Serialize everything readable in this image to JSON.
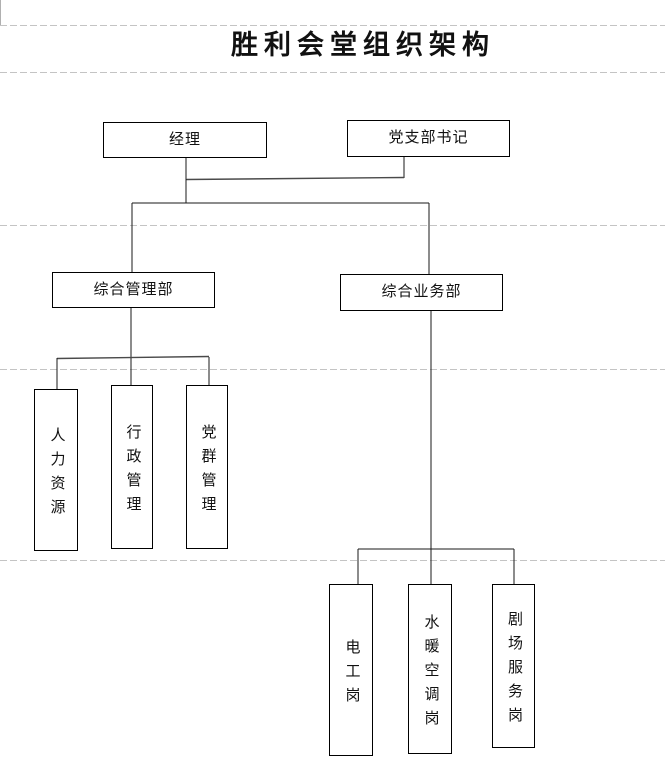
{
  "title": "胜利会堂组织架构",
  "org": {
    "top": [
      {
        "label": "经理"
      },
      {
        "label": "党支部书记"
      }
    ],
    "departments": [
      {
        "label": "综合管理部",
        "children": [
          {
            "label": "人力资源"
          },
          {
            "label": "行政管理"
          },
          {
            "label": "党群管理"
          }
        ]
      },
      {
        "label": "综合业务部",
        "children": [
          {
            "label": "电工岗"
          },
          {
            "label": "水暖空调岗"
          },
          {
            "label": "剧场服务岗"
          }
        ]
      }
    ]
  },
  "colors": {
    "background": "#ffffff",
    "box_border": "#000000",
    "connector": "#1a1a1a",
    "gridline": "#c4c4c4",
    "text": "#111111"
  }
}
